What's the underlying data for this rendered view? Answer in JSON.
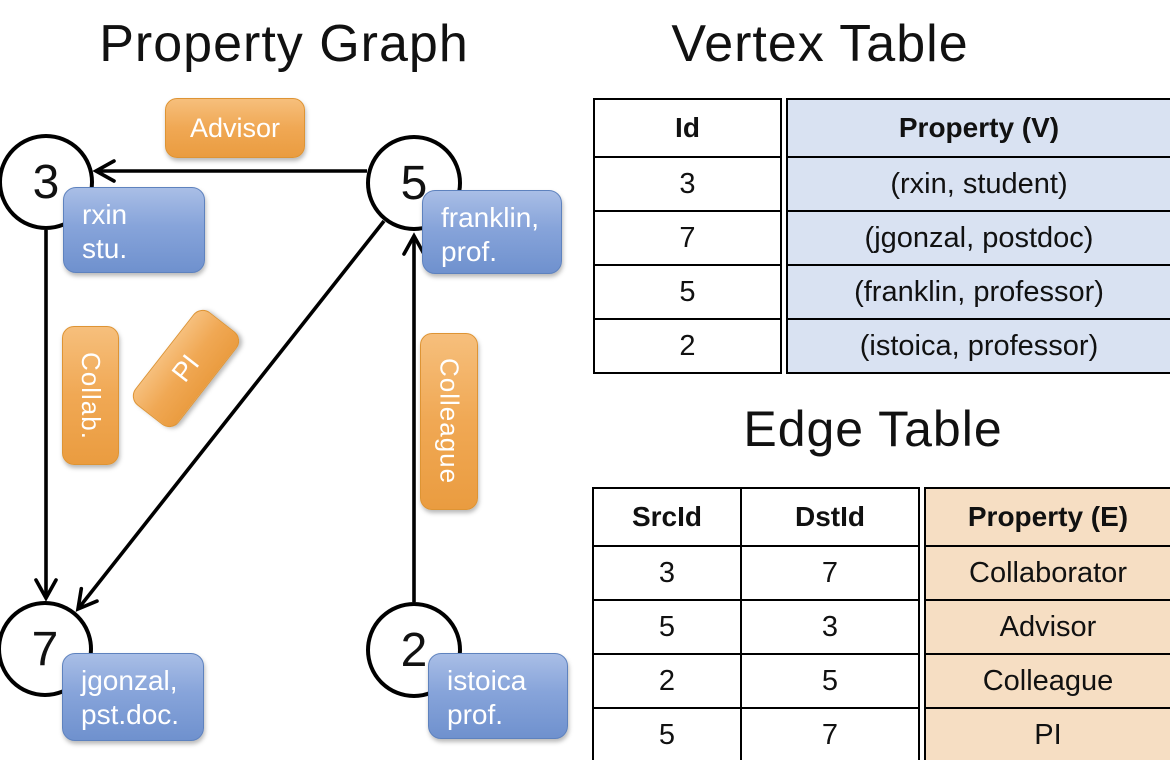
{
  "panel_graph": {
    "title": "Property Graph",
    "vertices": [
      {
        "id": "3",
        "label_line1": "rxin",
        "label_line2": "stu."
      },
      {
        "id": "5",
        "label_line1": "franklin,",
        "label_line2": "prof."
      },
      {
        "id": "7",
        "label_line1": "jgonzal,",
        "label_line2": "pst.doc."
      },
      {
        "id": "2",
        "label_line1": "istoica",
        "label_line2": "prof."
      }
    ],
    "edge_labels": {
      "advisor": "Advisor",
      "collab": "Collab.",
      "pi": "PI",
      "colleague": "Colleague"
    }
  },
  "vertex_table": {
    "title": "Vertex Table",
    "headers": {
      "id": "Id",
      "property": "Property (V)"
    },
    "rows": [
      {
        "id": "3",
        "property": "(rxin, student)"
      },
      {
        "id": "7",
        "property": "(jgonzal, postdoc)"
      },
      {
        "id": "5",
        "property": "(franklin, professor)"
      },
      {
        "id": "2",
        "property": "(istoica, professor)"
      }
    ]
  },
  "edge_table": {
    "title": "Edge Table",
    "headers": {
      "src": "SrcId",
      "dst": "DstId",
      "property": "Property (E)"
    },
    "rows": [
      {
        "src": "3",
        "dst": "7",
        "property": "Collaborator"
      },
      {
        "src": "5",
        "dst": "3",
        "property": "Advisor"
      },
      {
        "src": "2",
        "dst": "5",
        "property": "Colleague"
      },
      {
        "src": "5",
        "dst": "7",
        "property": "PI"
      }
    ]
  },
  "colors": {
    "edge_label_orange": "#F0A854",
    "vertex_property_blue": "#87A4DA",
    "vertex_table_fill": "#D9E2F2",
    "edge_table_fill": "#F6DEC3",
    "line_color": "#000000"
  }
}
